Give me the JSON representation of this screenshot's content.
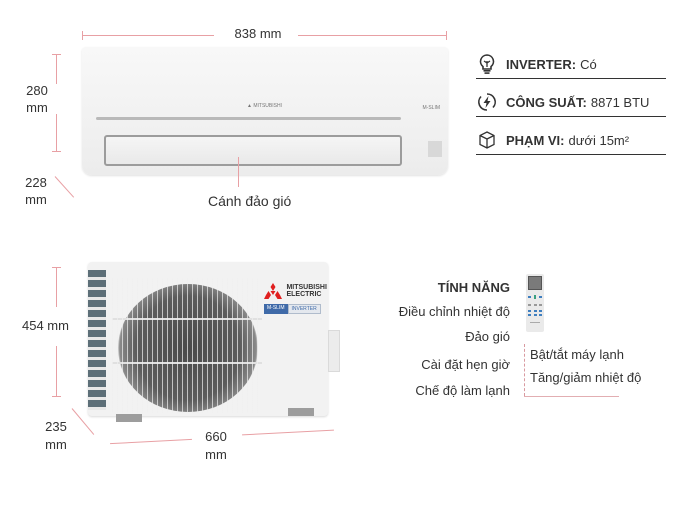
{
  "indoor_unit": {
    "width": "838 mm",
    "height_value": "280",
    "height_unit": "mm",
    "depth_value": "228",
    "depth_unit": "mm",
    "louver_label": "Cánh đảo gió"
  },
  "outdoor_unit": {
    "height": "454 mm",
    "depth_value": "235",
    "depth_unit": "mm",
    "width_value": "660",
    "width_unit": "mm",
    "brand_line1": "MITSUBISHI",
    "brand_line2": "ELECTRIC",
    "badge_left": "M-SLIM",
    "badge_right": "INVERTER"
  },
  "specs": [
    {
      "icon": "lightbulb-icon",
      "key": "INVERTER:",
      "value": "Có"
    },
    {
      "icon": "lightning-icon",
      "key": "CÔNG SUẤT:",
      "value": "8871 BTU"
    },
    {
      "icon": "cube-icon",
      "key": "PHẠM VI:",
      "value": "dưới 15m²"
    }
  ],
  "features": {
    "title": "TÍNH NĂNG",
    "items": [
      "Điều chỉnh nhiệt độ",
      "Đảo gió",
      "Cài đặt hẹn giờ",
      "Chế độ làm lạnh"
    ],
    "remote_functions": [
      "Bật/tắt máy lạnh",
      "Tăng/giảm nhiệt độ"
    ]
  },
  "colors": {
    "dimension_line": "#e8a0a4",
    "brand_red": "#e02020",
    "badge_blue": "#3f6aa8",
    "text": "#333333"
  }
}
